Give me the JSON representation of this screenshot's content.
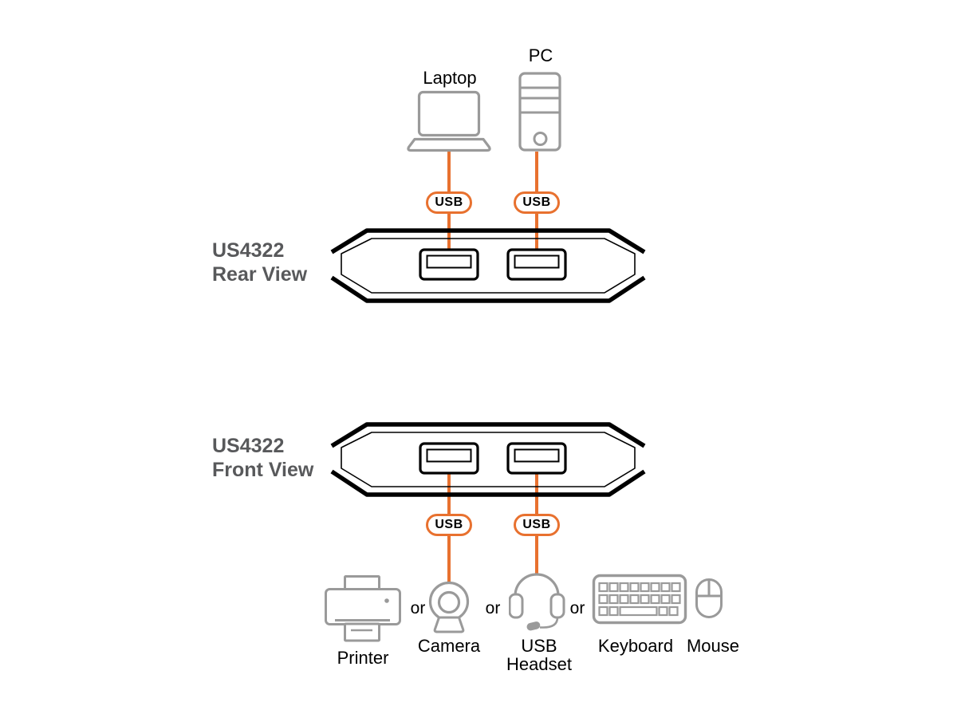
{
  "colors": {
    "accent_orange": "#E8712F",
    "device_outline": "#000000",
    "peripheral_gray": "#9A9A9A",
    "heading_gray": "#58595B",
    "label_black": "#000000"
  },
  "sources": {
    "laptop": "Laptop",
    "pc": "PC"
  },
  "usb_tag": "USB",
  "device": {
    "model": "US4322",
    "rear_view": "Rear View",
    "front_view": "Front View"
  },
  "connector_or": "or",
  "peripherals": {
    "printer": "Printer",
    "camera": "Camera",
    "headset_line1": "USB",
    "headset_line2": "Headset",
    "keyboard": "Keyboard",
    "mouse": "Mouse"
  }
}
